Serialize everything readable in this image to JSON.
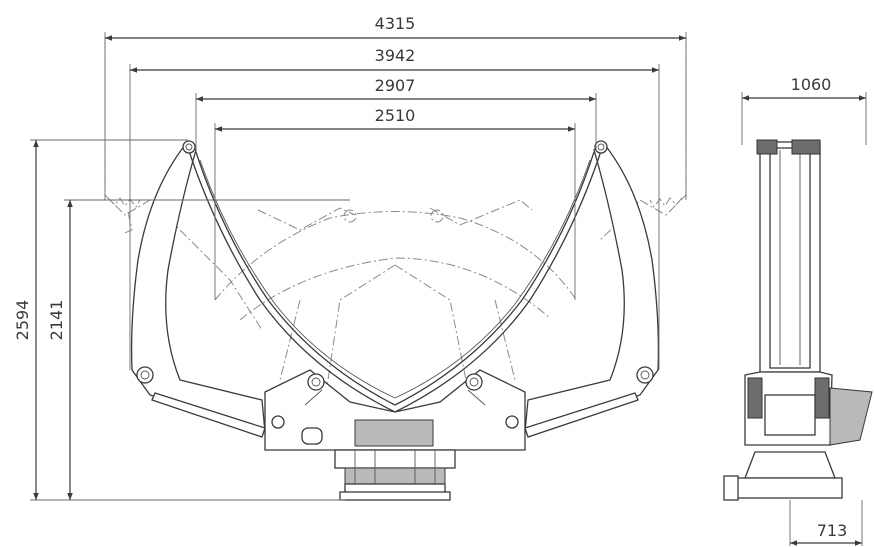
{
  "dimensions": {
    "width_outer_open": "4315",
    "width_open": "3942",
    "width_closed_outer": "2907",
    "width_closed_inner": "2510",
    "height_total": "2594",
    "height_to_pivot": "2141",
    "side_depth": "1060",
    "rotator_offset": "713"
  },
  "colors": {
    "line": "#3a3a3a",
    "ghost": "#8a8a8a",
    "shade": "#b9b9b9"
  }
}
